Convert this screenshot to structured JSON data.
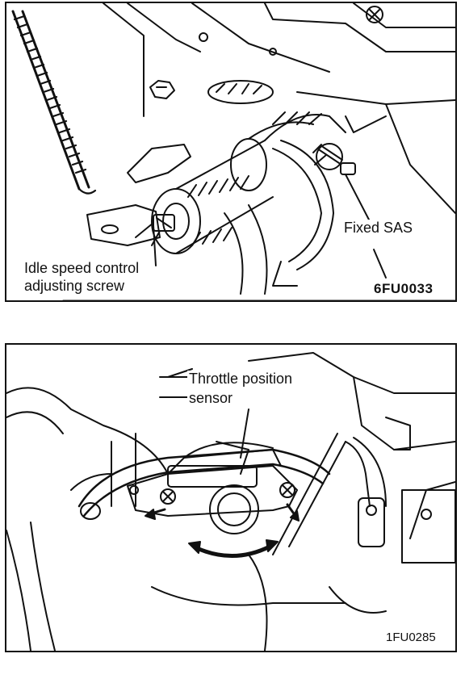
{
  "figures": [
    {
      "id": "fig-1",
      "code": "6FU0033",
      "labels": {
        "idle_line1": "Idle speed control",
        "idle_line2": "adjusting screw",
        "fixed_sas": "Fixed SAS"
      }
    },
    {
      "id": "fig-2",
      "code": "1FU0285",
      "labels": {
        "tps_line1": "Throttle position",
        "tps_line2": "sensor"
      }
    }
  ],
  "colors": {
    "ink": "#111111",
    "paper": "#ffffff"
  }
}
